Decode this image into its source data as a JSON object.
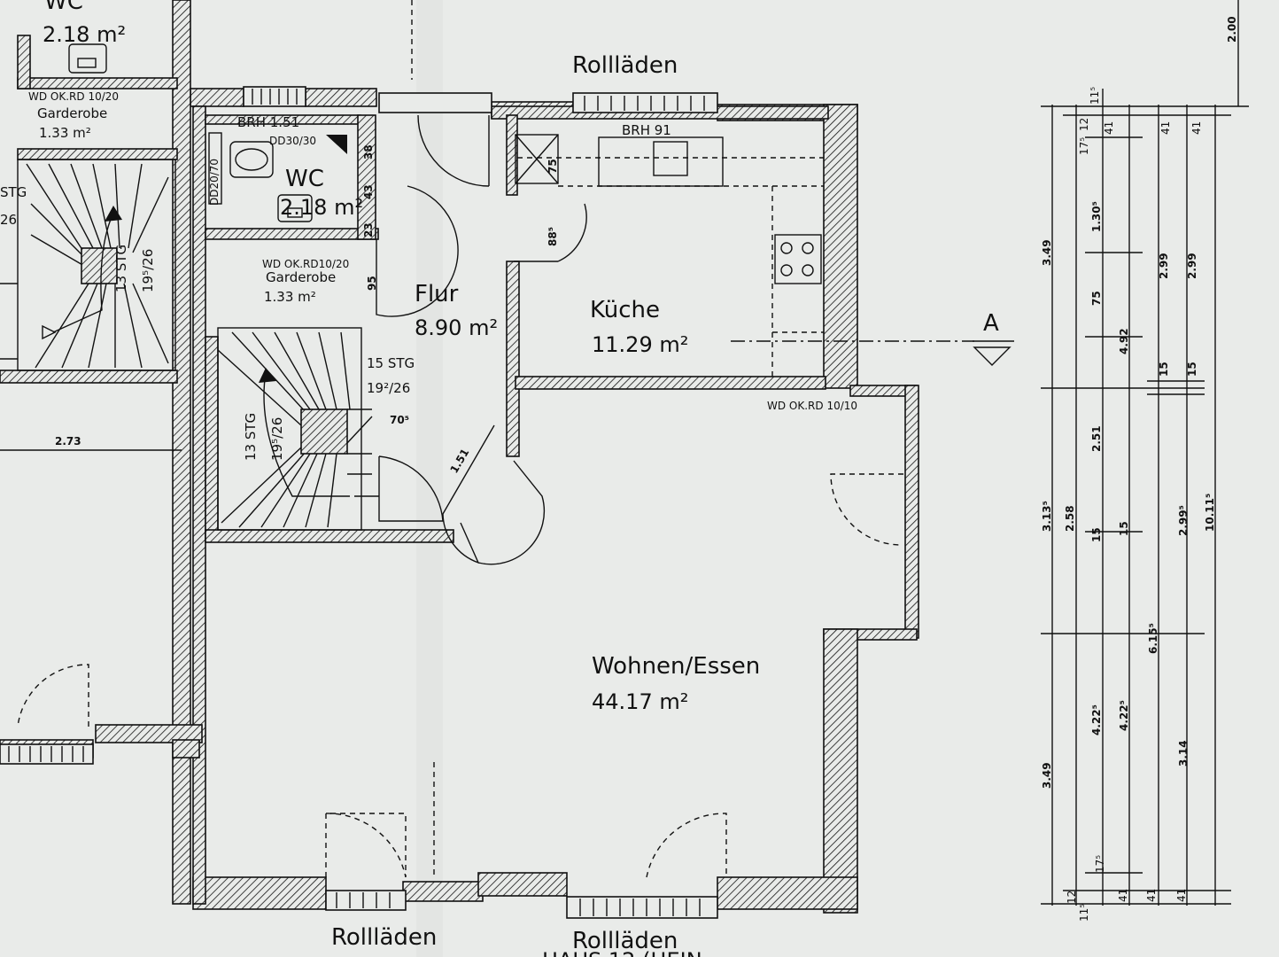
{
  "rooms": {
    "wc_top_left": {
      "name": "WC",
      "area": "2.18 m²"
    },
    "garderobe_left": {
      "note": "WD OK.RD 10/20",
      "name": "Garderobe",
      "area": "1.33 m²"
    },
    "wc_main": {
      "name": "WC",
      "area": "2.18 m²"
    },
    "garderobe_main": {
      "note": "WD OK.RD10/20",
      "name": "Garderobe",
      "area": "1.33 m²"
    },
    "flur": {
      "name": "Flur",
      "area": "8.90 m²"
    },
    "kueche": {
      "name": "Küche",
      "area": "11.29 m²"
    },
    "wohnen": {
      "name": "Wohnen/Essen",
      "area": "44.17 m²"
    }
  },
  "labels": {
    "rolllaeden_top": "Rollläden",
    "rolllaeden_bottom_left": "Rollläden",
    "rolllaeden_bottom_right": "Rollläden",
    "brh_wc": "BRH 1.51",
    "brh_kitchen": "BRH 91",
    "dd_wc": "DD30/30",
    "dd_side": "DD20/70",
    "wd_kitchen": "WD OK.RD 10/10",
    "stair_main_steps": "15 STG",
    "stair_main_ratio": "19²/26",
    "stair_main_steps2": "13 STG",
    "stair_main_ratio2": "19⁵/26",
    "stair_left_steps": "13 STG",
    "stair_left_ratio": "19⁵/26",
    "stg_partial": "STG",
    "stg_partial_num": "26",
    "section_marker": "A",
    "bottom_title_partial": "HAUS 12   (HEIN",
    "dim_left_width": "2.73",
    "dim_door_flur": "1.51",
    "dim_70": "70⁵",
    "dim_kitchen_door": "88⁵",
    "dim_75": "75",
    "dim_95": "95",
    "dim_38": "38",
    "dim_43": "43",
    "dim_23": "23"
  },
  "dimensions": {
    "col1": [
      "3.49",
      "3.13⁵",
      "3.49"
    ],
    "col2": [
      "2.58"
    ],
    "col3": [
      "1.30⁵",
      "75",
      "2.51",
      "15",
      "4.22⁵"
    ],
    "col4": [
      "4.92",
      "15",
      "4.22⁵",
      "6.15⁵"
    ],
    "col5": [
      "2.99",
      "15",
      "2.99⁵",
      "3.14"
    ],
    "col6": [
      "2.99",
      "15",
      "10.11⁵"
    ],
    "col7": [
      "2.00"
    ],
    "top_small": [
      "12",
      "11⁵",
      "17⁵",
      "41",
      "41",
      "41"
    ],
    "bottom_small": [
      "11⁵",
      "12",
      "17⁵",
      "41",
      "41",
      "41"
    ]
  }
}
